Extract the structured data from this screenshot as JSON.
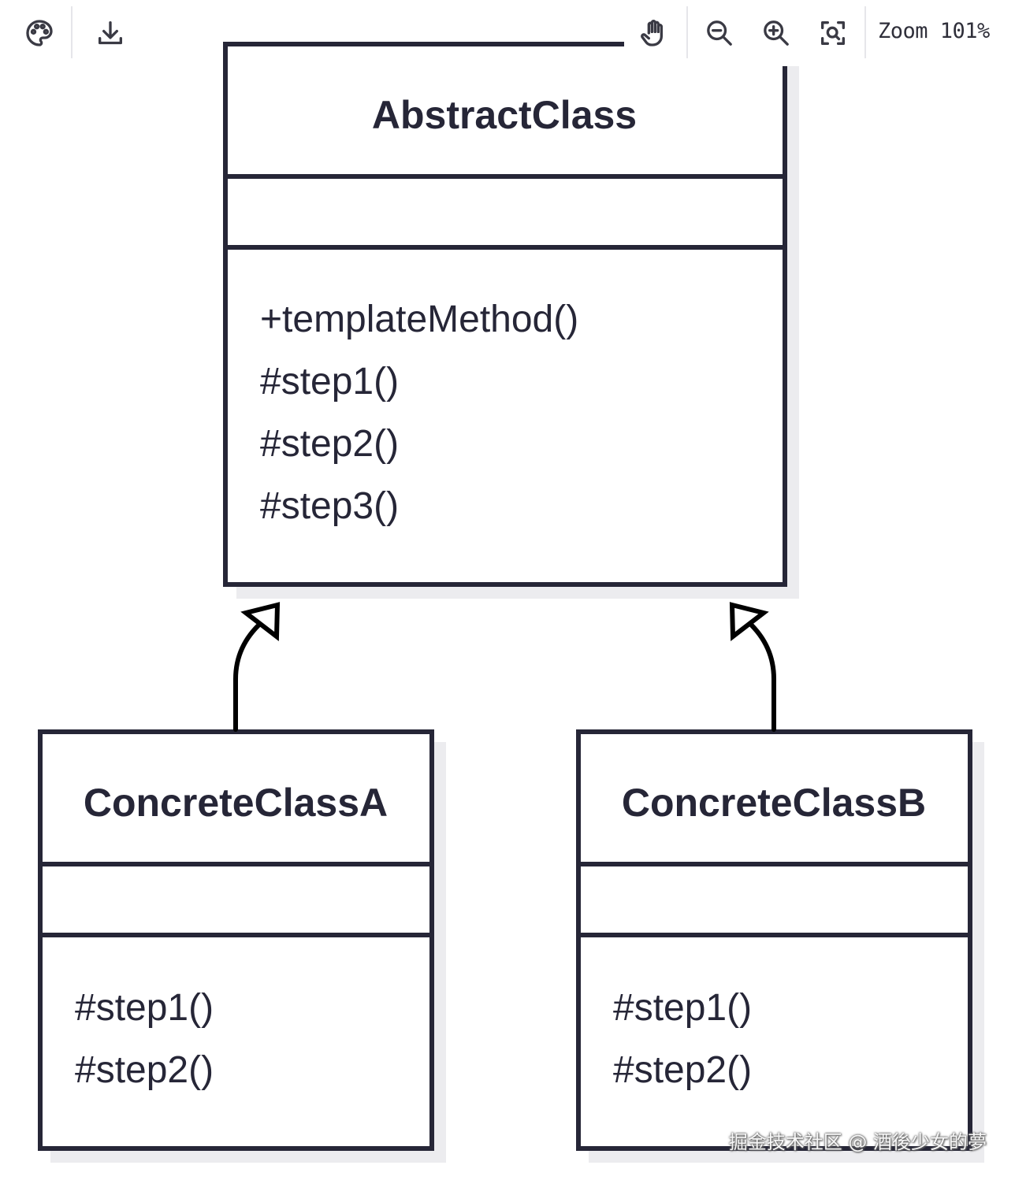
{
  "toolbar": {
    "left_icons": [
      "palette-icon",
      "download-icon"
    ],
    "right_icons": [
      "hand-pan-icon",
      "zoom-out-icon",
      "zoom-in-icon",
      "fit-view-icon"
    ],
    "zoom_label": "Zoom 101%"
  },
  "diagram": {
    "type": "uml-class-diagram",
    "classes": {
      "abstract": {
        "name": "AbstractClass",
        "attributes": [],
        "methods": [
          "+templateMethod()",
          "#step1()",
          "#step2()",
          "#step3()"
        ]
      },
      "concrete_a": {
        "name": "ConcreteClassA",
        "attributes": [],
        "methods": [
          "#step1()",
          "#step2()"
        ]
      },
      "concrete_b": {
        "name": "ConcreteClassB",
        "attributes": [],
        "methods": [
          "#step1()",
          "#step2()"
        ]
      }
    },
    "relations": [
      {
        "from": "ConcreteClassA",
        "to": "AbstractClass",
        "kind": "inheritance"
      },
      {
        "from": "ConcreteClassB",
        "to": "AbstractClass",
        "kind": "inheritance"
      }
    ],
    "colors": {
      "stroke": "#262637",
      "text": "#262637",
      "shadow": "#ececef",
      "background": "#ffffff"
    }
  },
  "watermark": "掘金技术社区 @ 酒後少女的夢"
}
